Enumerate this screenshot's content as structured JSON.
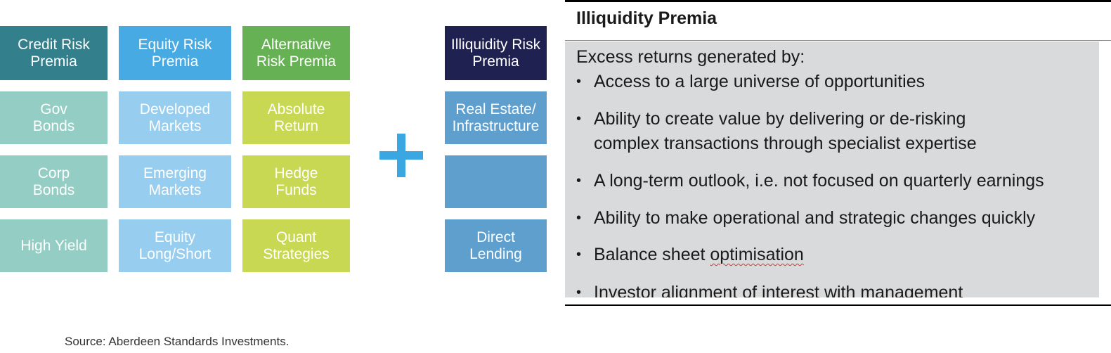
{
  "grid": {
    "credit": {
      "header": [
        "Credit Risk",
        "Premia"
      ],
      "items": [
        [
          "Gov",
          "Bonds"
        ],
        [
          "Corp",
          "Bonds"
        ],
        [
          "High Yield"
        ]
      ]
    },
    "equity": {
      "header": [
        "Equity Risk",
        "Premia"
      ],
      "items": [
        [
          "Developed",
          "Markets"
        ],
        [
          "Emerging",
          "Markets"
        ],
        [
          "Equity",
          "Long/Short"
        ]
      ]
    },
    "alternative": {
      "header": [
        "Alternative",
        "Risk Premia"
      ],
      "items": [
        [
          "Absolute",
          "Return"
        ],
        [
          "Hedge",
          "Funds"
        ],
        [
          "Quant",
          "Strategies"
        ]
      ]
    },
    "illiquidity": {
      "header": [
        "Illiquidity Risk",
        "Premia"
      ],
      "items": [
        [
          "Real Estate/",
          "Infrastructure"
        ],
        [],
        [
          "Direct",
          "Lending"
        ]
      ]
    }
  },
  "plus_symbol": "plus-icon",
  "panel": {
    "title": "Illiquidity Premia",
    "intro": "Excess returns generated by:",
    "bullet_char": "•",
    "bullets": [
      [
        "Access to a large universe of opportunities"
      ],
      [
        "Ability to create value by delivering or de-risking",
        "complex transactions through specialist expertise"
      ],
      [
        "A long-term outlook, i.e. not focused on quarterly earnings"
      ],
      [
        "Ability to make operational and strategic changes quickly"
      ],
      [
        "Balance sheet ",
        "optimisation"
      ],
      [
        "Investor alignment of interest with management"
      ]
    ]
  },
  "source": "Source: Aberdeen Standards Investments.",
  "colors": {
    "credit_header": "#337f8c",
    "credit_item": "#93cdc3",
    "equity_header": "#47aae3",
    "equity_item": "#97cdee",
    "alternative_header": "#67b155",
    "alternative_item": "#c9d852",
    "illiquidity_header": "#1f2150",
    "illiquidity_item": "#5e9fce",
    "plus": "#3aa7e3",
    "panel_bg": "#d9dadb"
  }
}
